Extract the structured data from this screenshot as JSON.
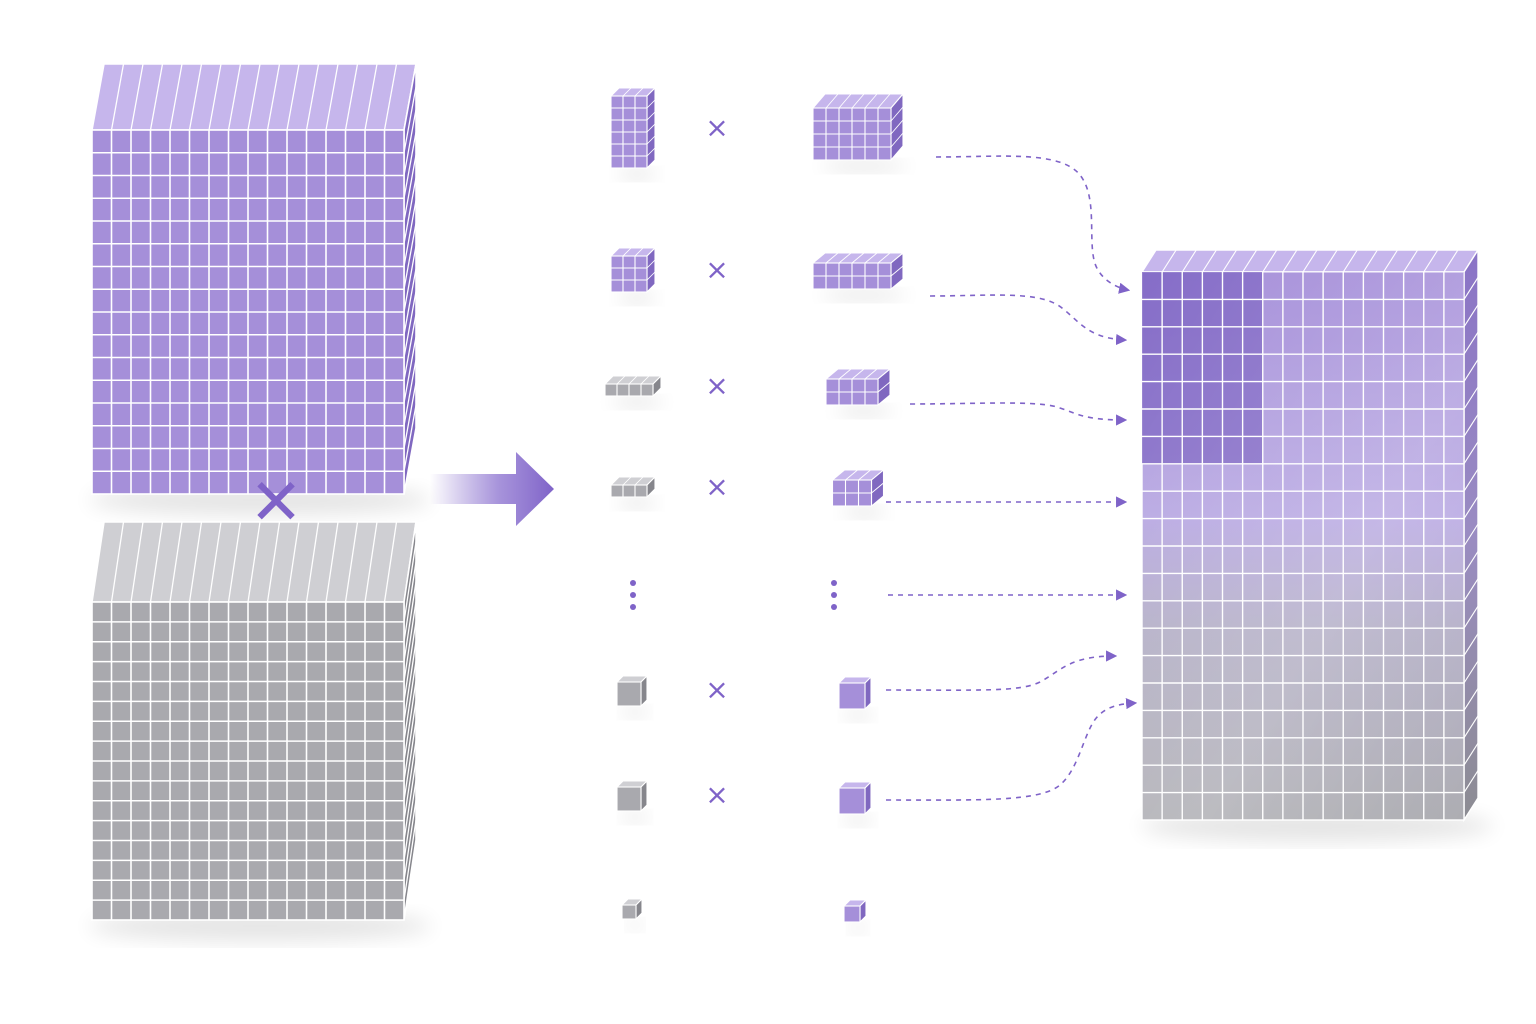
{
  "colors": {
    "purple_front": "#a58fd9",
    "purple_top": "#c6b6ec",
    "purple_side": "#8068c0",
    "purple_deep": "#7b62c1",
    "gray_front": "#a9a9ae",
    "gray_top": "#cfcfd3",
    "gray_side": "#86868c",
    "grid_line": "#ffffff",
    "accent": "#7f63c8",
    "background": "#ffffff"
  },
  "operators": {
    "main_multiply": "✕",
    "row_multiply": "×"
  },
  "icons": {
    "main_arrow": "arrow-right-icon",
    "vertical_ellipsis": "vertical-ellipsis-icon"
  },
  "blocks": {
    "matrix_a": {
      "color": "purple",
      "cols": 16,
      "rows": 16,
      "role": "input-matrix"
    },
    "matrix_b": {
      "color": "gray",
      "cols": 16,
      "rows": 16,
      "role": "input-matrix"
    },
    "result": {
      "color": "mixed",
      "cols": 16,
      "rows": 20,
      "role": "output-matrix"
    }
  },
  "rows": [
    {
      "left": {
        "color": "purple",
        "cols": 3,
        "rows": 6
      },
      "right": {
        "color": "purple",
        "cols": 6,
        "rows": 4
      },
      "has_multiply": true,
      "has_connector": true
    },
    {
      "left": {
        "color": "purple",
        "cols": 3,
        "rows": 3
      },
      "right": {
        "color": "purple",
        "cols": 6,
        "rows": 2
      },
      "has_multiply": true,
      "has_connector": true
    },
    {
      "left": {
        "color": "gray",
        "cols": 4,
        "rows": 1
      },
      "right": {
        "color": "purple",
        "cols": 4,
        "rows": 2
      },
      "has_multiply": true,
      "has_connector": true
    },
    {
      "left": {
        "color": "gray",
        "cols": 3,
        "rows": 1
      },
      "right": {
        "color": "purple",
        "cols": 3,
        "rows": 2
      },
      "has_multiply": true,
      "has_connector": true
    },
    {
      "ellipsis": true,
      "has_multiply": false,
      "has_connector": true
    },
    {
      "left": {
        "color": "gray",
        "cols": 1,
        "rows": 1
      },
      "right": {
        "color": "purple",
        "cols": 1,
        "rows": 1
      },
      "has_multiply": true,
      "has_connector": true
    },
    {
      "left": {
        "color": "gray",
        "cols": 1,
        "rows": 1
      },
      "right": {
        "color": "purple",
        "cols": 1,
        "rows": 1
      },
      "has_multiply": true,
      "has_connector": true
    },
    {
      "left": {
        "color": "gray",
        "cols": 1,
        "rows": 1
      },
      "right": {
        "color": "purple",
        "cols": 1,
        "rows": 1
      },
      "has_multiply": false,
      "has_connector": false
    }
  ]
}
